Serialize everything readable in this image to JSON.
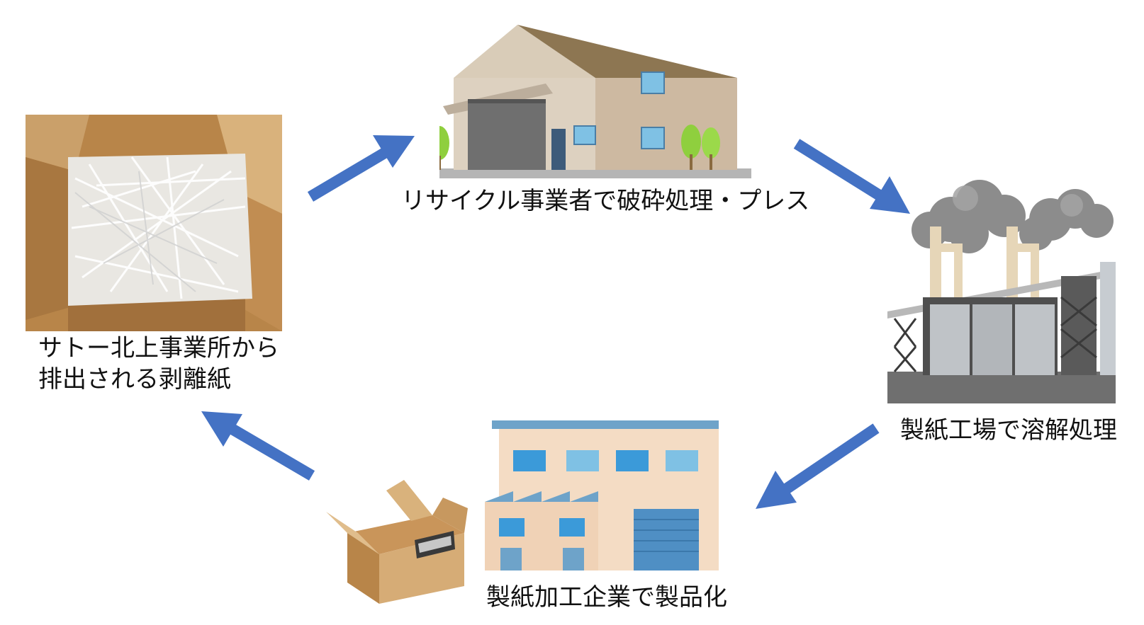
{
  "nodes": {
    "release_paper": {
      "label_line1": "サトー北上事業所から",
      "label_line2": "排出される剥離紙"
    },
    "recycler": {
      "label": "リサイクル事業者で破砕処理・プレス"
    },
    "paper_mill": {
      "label": "製紙工場で溶解処理"
    },
    "converter": {
      "label": "製紙加工企業で製品化"
    }
  },
  "colors": {
    "arrow": "#4472c4",
    "cardboard": "#c9955a",
    "warehouse_wall": "#d8c9b6",
    "factory_wall": "#f4dcc4",
    "window_blue": "#3b9ad9",
    "smoke": "#8c8c8c"
  },
  "icons": {
    "release_paper": "cardboard-box-with-shredded-paper",
    "recycler": "warehouse-icon",
    "paper_mill": "paper-mill-factory-icon",
    "converter": "cardboard-box-and-factory-icon"
  }
}
